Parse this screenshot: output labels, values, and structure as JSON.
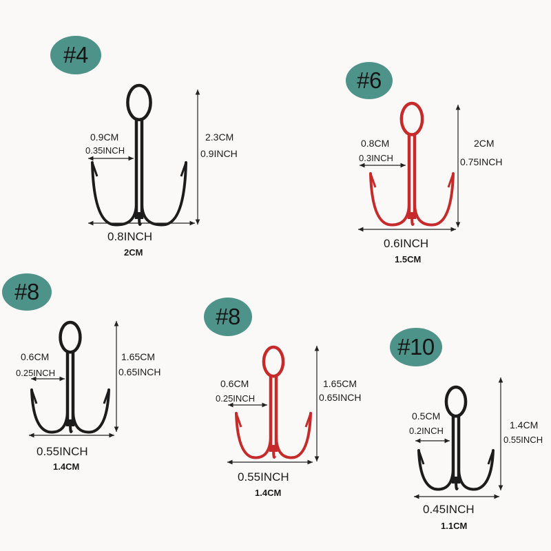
{
  "colors": {
    "background": "#fbf9f8",
    "badge": "#4e9389",
    "black_hook": "#1c1c1c",
    "red_hook": "#c62a2a",
    "measure_line": "#222222"
  },
  "hooks": [
    {
      "size": "#4",
      "color": "black",
      "gap_cm": "0.9CM",
      "gap_inch": "0.35INCH",
      "height_cm": "2.3CM",
      "height_inch": "0.9INCH",
      "width_inch": "0.8INCH",
      "width_cm": "2CM"
    },
    {
      "size": "#6",
      "color": "red",
      "gap_cm": "0.8CM",
      "gap_inch": "0.3INCH",
      "height_cm": "2CM",
      "height_inch": "0.75INCH",
      "width_inch": "0.6INCH",
      "width_cm": "1.5CM"
    },
    {
      "size": "#8",
      "color": "black",
      "gap_cm": "0.6CM",
      "gap_inch": "0.25INCH",
      "height_cm": "1.65CM",
      "height_inch": "0.65INCH",
      "width_inch": "0.55INCH",
      "width_cm": "1.4CM"
    },
    {
      "size": "#8",
      "color": "red",
      "gap_cm": "0.6CM",
      "gap_inch": "0.25INCH",
      "height_cm": "1.65CM",
      "height_inch": "0.65INCH",
      "width_inch": "0.55INCH",
      "width_cm": "1.4CM"
    },
    {
      "size": "#10",
      "color": "black",
      "gap_cm": "0.5CM",
      "gap_inch": "0.2INCH",
      "height_cm": "1.4CM",
      "height_inch": "0.55INCH",
      "width_inch": "0.45INCH",
      "width_cm": "1.1CM"
    }
  ]
}
